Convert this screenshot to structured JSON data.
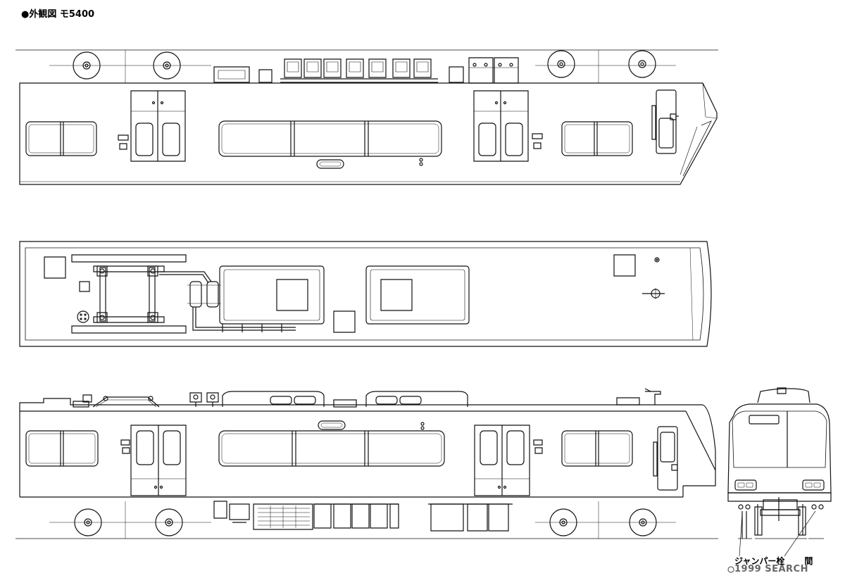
{
  "title": "●外観図 モ5400",
  "labels": {
    "jumper": "ジャンパー栓",
    "jumper_tail": "間"
  },
  "watermark": {
    "text": "1999 SEARCH",
    "icon": "hobby-search-logo-icon"
  },
  "colors": {
    "line": "#111111",
    "paper": "#ffffff",
    "watermark": "#666666"
  }
}
